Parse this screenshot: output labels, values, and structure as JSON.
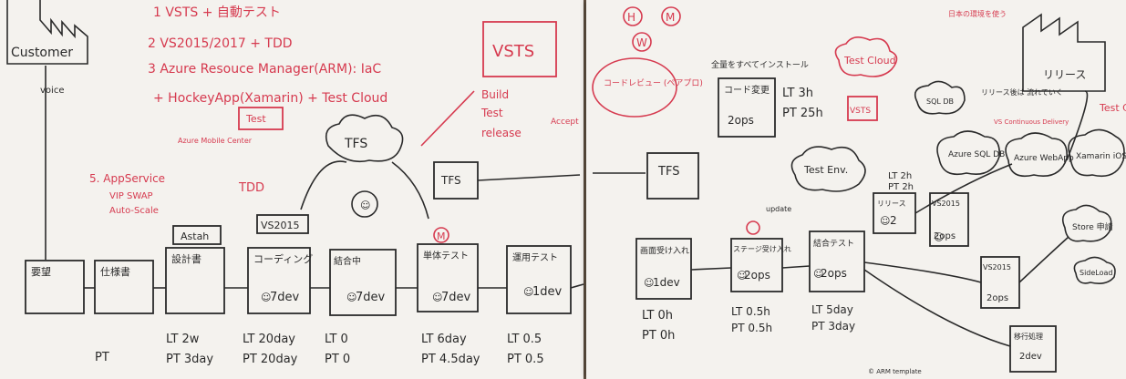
{
  "left": {
    "customer": "Customer",
    "voice": "voice",
    "plan": {
      "l1": "1 VSTS + 自動テスト",
      "l2": "2 VS2015/2017 + TDD",
      "l3": "3 Azure Resouce Manager(ARM): IaC",
      "l4": "+ HockeyApp(Xamarin) + Test Cloud",
      "test": "Test",
      "azure_mobile": "Azure Mobile Center"
    },
    "vsts": "VSTS",
    "vsts_items": [
      "Build",
      "Test",
      "release"
    ],
    "accept": "Accept",
    "app_service": {
      "title": "5. AppService",
      "l1": "VIP SWAP",
      "l2": "Auto-Scale"
    },
    "tdd": "TDD",
    "tfs_cloud": "TFS",
    "tfs_box": "TFS",
    "vs2015": "VS2015",
    "astah": "Astah",
    "smile": "☺",
    "stages": [
      {
        "label": "要望",
        "effort": "",
        "lt": "",
        "pt": "PT"
      },
      {
        "label": "仕様書",
        "effort": "",
        "lt": "",
        "pt": ""
      },
      {
        "label": "設計書",
        "effort": "",
        "lt": "LT 2w",
        "pt": "PT 3day"
      },
      {
        "label": "コーディング",
        "effort": "7dev",
        "lt": "LT 20day",
        "pt": "PT 20day"
      },
      {
        "label": "結合中",
        "effort": "7dev",
        "lt": "LT 0",
        "pt": "PT 0"
      },
      {
        "label": "単体テスト",
        "effort": "7dev",
        "lt": "LT 6day",
        "pt": "PT 4.5day"
      },
      {
        "label": "運用テスト",
        "effort": "1dev",
        "lt": "LT 0.5",
        "pt": "PT 0.5"
      }
    ],
    "m": "M"
  },
  "right": {
    "badges": [
      "H",
      "M",
      "W"
    ],
    "japanese_note": "コードレビュー (ペアプロ)",
    "top_note": "全量をすべてインストール",
    "box1": {
      "title": "コード変更",
      "effort": "2ops",
      "lt": "LT 3h",
      "pt": "PT 25h"
    },
    "tfs": "TFS",
    "test_cloud": "Test Cloud",
    "vsts": "VSTS",
    "test_env": "Test Env.",
    "update": "update",
    "stages": [
      {
        "label": "画面受け入れ",
        "effort": "1dev",
        "lt": "LT 0h",
        "pt": "PT 0h"
      },
      {
        "label": "ステージ受け入れ",
        "effort": "2ops",
        "lt": "LT 0.5h",
        "pt": "PT 0.5h"
      },
      {
        "label": "結合テスト",
        "effort": "2ops",
        "lt": "LT 5day",
        "pt": "PT 3day"
      }
    ],
    "lt2h": "LT 2h",
    "pt2h": "PT 2h",
    "box2": {
      "title": "リリース",
      "effort": "2"
    },
    "box3": {
      "title": "VS2015",
      "effort": "2ops"
    },
    "box4": {
      "title": "VS2015",
      "effort": "2ops"
    },
    "box5": {
      "title": "移行処理",
      "effort": "2dev"
    },
    "release": "リリース",
    "release_note": "リリース後は 流れていく",
    "japan_note": "日本の環境を使う",
    "sql_db": "SQL DB",
    "azure_sql": "Azure SQL DB",
    "azure_webapp": "Azure WebApp",
    "xamarin": "Xamarin iOS/And",
    "store": "Store 申請",
    "side_load": "SideLoad",
    "test_c": "Test C",
    "vs_cont": "VS Continuous Delivery",
    "footer": "© ARM template"
  }
}
